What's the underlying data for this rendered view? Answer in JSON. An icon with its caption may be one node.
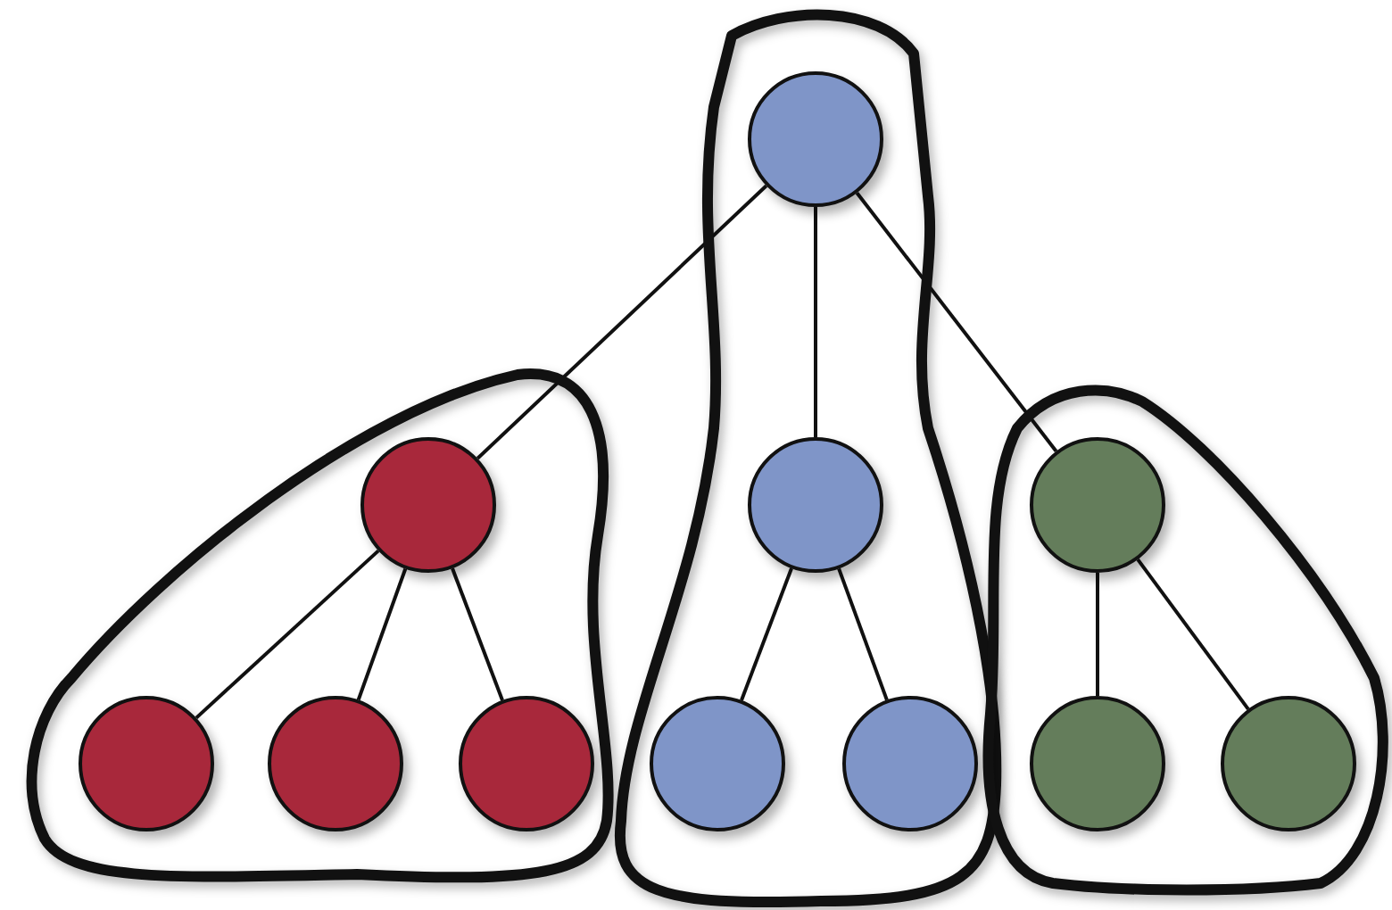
{
  "diagram": {
    "nodes": [
      {
        "text": [],
        "shape": "blob"
      },
      {
        "text": [],
        "shape": "circle",
        "in": 0
      },
      {
        "text": [],
        "shape": "blob"
      },
      {
        "text": [],
        "shape": "circle",
        "in": 2
      },
      {
        "text": [],
        "shape": "circle",
        "in": 0
      },
      {
        "text": [],
        "shape": "blob"
      },
      {
        "text": [],
        "shape": "circle",
        "in": 5
      },
      {
        "text": [],
        "shape": "circle",
        "in": 2
      },
      {
        "text": [],
        "shape": "circle",
        "in": 2
      },
      {
        "text": [],
        "shape": "circle",
        "in": 2
      },
      {
        "text": [],
        "shape": "circle",
        "in": 0
      },
      {
        "text": [],
        "shape": "circle",
        "in": 0
      },
      {
        "text": [],
        "shape": "circle",
        "in": 5
      },
      {
        "text": [],
        "shape": "circle",
        "in": 5
      }
    ],
    "edges": [
      {
        "from": 1,
        "to": 3,
        "arrow": "none"
      },
      {
        "from": 1,
        "to": 4,
        "arrow": "none"
      },
      {
        "from": 1,
        "to": 6,
        "arrow": "none"
      },
      {
        "from": 3,
        "to": 7,
        "arrow": "none"
      },
      {
        "from": 3,
        "to": 8,
        "arrow": "none"
      },
      {
        "from": 3,
        "to": 9,
        "arrow": "none"
      },
      {
        "from": 4,
        "to": 10,
        "arrow": "none"
      },
      {
        "from": 4,
        "to": 11,
        "arrow": "none"
      },
      {
        "from": 6,
        "to": 12,
        "arrow": "none"
      },
      {
        "from": 6,
        "to": 13,
        "arrow": "none"
      }
    ]
  }
}
